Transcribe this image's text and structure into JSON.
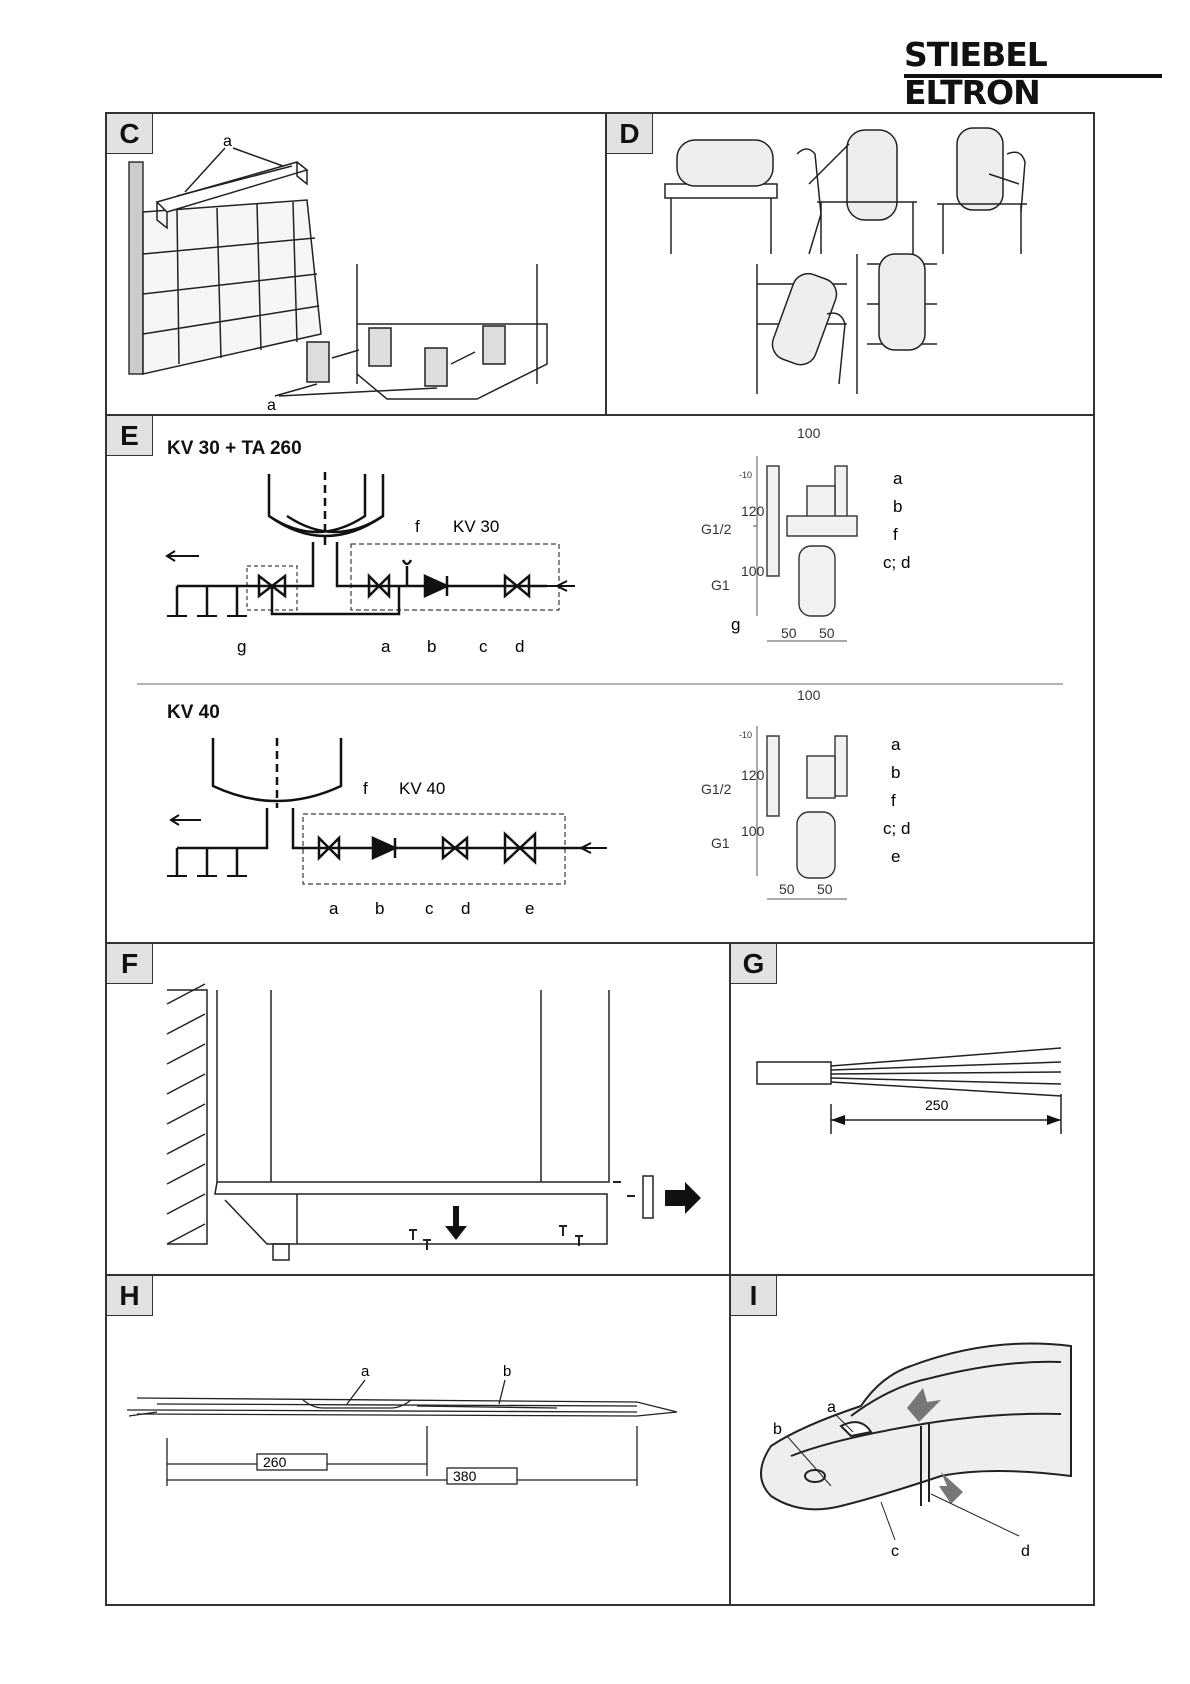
{
  "brand": "STIEBEL ELTRON",
  "panels": {
    "C": {
      "tag": "C",
      "label_top": "a",
      "label_bottom": "a"
    },
    "D": {
      "tag": "D"
    },
    "E": {
      "tag": "E",
      "kv30": {
        "title": "KV 30 + TA 260",
        "box": "KV 30",
        "labels": [
          "f",
          "g",
          "a",
          "b",
          "c",
          "d"
        ],
        "dims": {
          "top": "100",
          "small": "-10",
          "h1": "120",
          "h2": "100",
          "g12": "G1/2",
          "g1": "G1",
          "w1": "50",
          "w2": "50"
        },
        "side_labels": [
          "a",
          "b",
          "f",
          "c; d",
          "g"
        ]
      },
      "kv40": {
        "title": "KV 40",
        "box": "KV 40",
        "labels": [
          "f",
          "a",
          "b",
          "c",
          "d",
          "e"
        ],
        "dims": {
          "top": "100",
          "small": "-10",
          "h1": "120",
          "h2": "100",
          "g12": "G1/2",
          "g1": "G1",
          "w1": "50",
          "w2": "50"
        },
        "side_labels": [
          "a",
          "b",
          "f",
          "c; d",
          "e"
        ]
      }
    },
    "F": {
      "tag": "F"
    },
    "G": {
      "tag": "G",
      "dim": "250"
    },
    "H": {
      "tag": "H",
      "labels": [
        "a",
        "b"
      ],
      "dim1": "260",
      "dim2": "380"
    },
    "I": {
      "tag": "I",
      "labels": [
        "a",
        "b",
        "c",
        "d"
      ]
    }
  }
}
